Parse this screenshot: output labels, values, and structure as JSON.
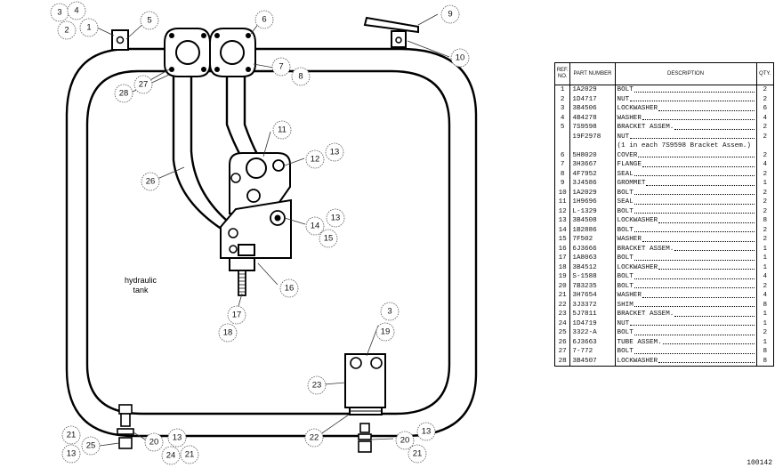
{
  "diagram": {
    "tank_label_line1": "hydraulic",
    "tank_label_line2": "tank",
    "callouts": [
      "3",
      "4",
      "2",
      "1",
      "5",
      "6",
      "9",
      "10",
      "7",
      "8",
      "27",
      "28",
      "11",
      "12",
      "13",
      "26",
      "14",
      "13",
      "15",
      "16",
      "17",
      "18",
      "3",
      "19",
      "23",
      "22",
      "20",
      "13",
      "21",
      "21",
      "25",
      "13",
      "20",
      "13",
      "24",
      "21"
    ]
  },
  "parts_table": {
    "headers": {
      "ref": "REF. NO.",
      "part": "PART NUMBER",
      "desc": "DESCRIPTION",
      "qty": "QTY."
    },
    "rows": [
      {
        "ref": "1",
        "part": "1A2029",
        "desc": "BOLT",
        "qty": "2"
      },
      {
        "ref": "2",
        "part": "1D4717",
        "desc": "NUT",
        "qty": "2"
      },
      {
        "ref": "3",
        "part": "3B4506",
        "desc": "LOCKWASHER",
        "qty": "6"
      },
      {
        "ref": "4",
        "part": "4B4278",
        "desc": "WASHER",
        "qty": "4"
      },
      {
        "ref": "5",
        "part": "7S9598",
        "desc": "BRACKET ASSEM.",
        "qty": "2"
      },
      {
        "ref": "",
        "part": "19F2978",
        "desc": "NUT",
        "qty": "2"
      },
      {
        "ref": "",
        "part": "",
        "desc": "(1 in each 7S9598 Bracket Assem.)",
        "qty": ""
      },
      {
        "ref": "6",
        "part": "5H8020",
        "desc": "COVER",
        "qty": "2"
      },
      {
        "ref": "7",
        "part": "3H3667",
        "desc": "FLANGE",
        "qty": "4"
      },
      {
        "ref": "8",
        "part": "4F7952",
        "desc": "SEAL",
        "qty": "2"
      },
      {
        "ref": "9",
        "part": "3J4586",
        "desc": "GROMMET",
        "qty": "1"
      },
      {
        "ref": "10",
        "part": "1A2029",
        "desc": "BOLT",
        "qty": "2"
      },
      {
        "ref": "11",
        "part": "1H9696",
        "desc": "SEAL",
        "qty": "2"
      },
      {
        "ref": "12",
        "part": "L-1329",
        "desc": "BOLT",
        "qty": "2"
      },
      {
        "ref": "13",
        "part": "3B4508",
        "desc": "LOCKWASHER",
        "qty": "8"
      },
      {
        "ref": "14",
        "part": "1B2886",
        "desc": "BOLT",
        "qty": "2"
      },
      {
        "ref": "15",
        "part": "7F502",
        "desc": "WASHER",
        "qty": "2"
      },
      {
        "ref": "16",
        "part": "6J3666",
        "desc": "BRACKET ASSEM.",
        "qty": "1"
      },
      {
        "ref": "17",
        "part": "1A8063",
        "desc": "BOLT",
        "qty": "1"
      },
      {
        "ref": "18",
        "part": "3B4512",
        "desc": "LOCKWASHER",
        "qty": "1"
      },
      {
        "ref": "19",
        "part": "S-1588",
        "desc": "BOLT",
        "qty": "4"
      },
      {
        "ref": "20",
        "part": "7B3235",
        "desc": "BOLT",
        "qty": "2"
      },
      {
        "ref": "21",
        "part": "3H7654",
        "desc": "WASHER",
        "qty": "4"
      },
      {
        "ref": "22",
        "part": "3J3372",
        "desc": "SHIM",
        "qty": "8"
      },
      {
        "ref": "23",
        "part": "5J7811",
        "desc": "BRACKET ASSEM.",
        "qty": "1"
      },
      {
        "ref": "24",
        "part": "1D4719",
        "desc": "NUT",
        "qty": "1"
      },
      {
        "ref": "25",
        "part": "3322-A",
        "desc": "BOLT",
        "qty": "2"
      },
      {
        "ref": "26",
        "part": "6J3663",
        "desc": "TUBE ASSEM.",
        "qty": "1"
      },
      {
        "ref": "27",
        "part": "7-772",
        "desc": "BOLT",
        "qty": "8"
      },
      {
        "ref": "28",
        "part": "3B4507",
        "desc": "LOCKWASHER",
        "qty": "8"
      }
    ]
  },
  "figure_number": "100142"
}
